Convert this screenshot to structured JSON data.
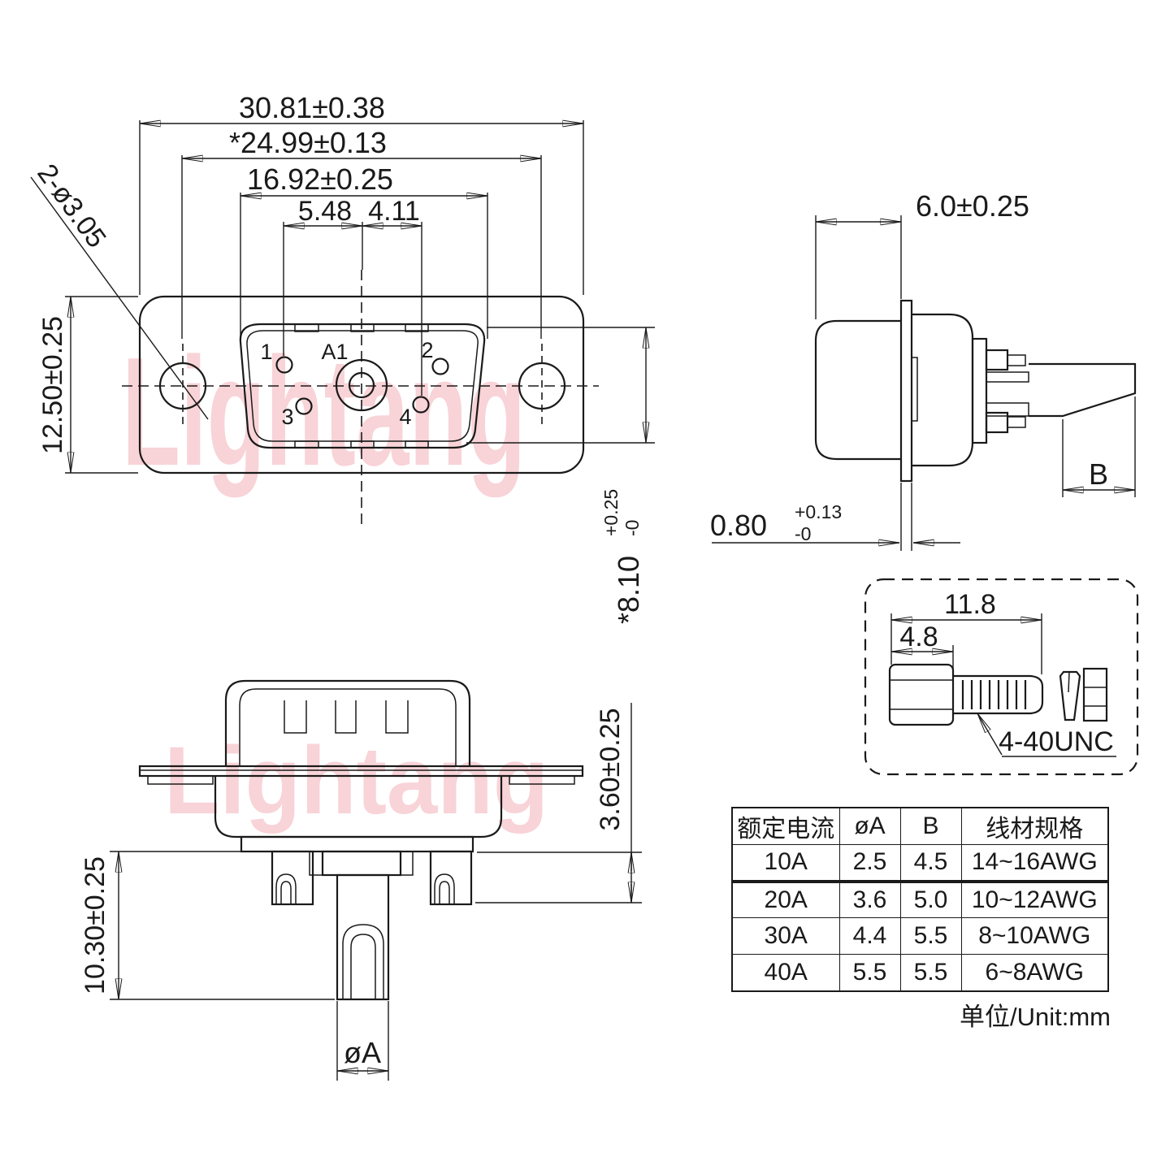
{
  "watermark": {
    "text": "Lightang"
  },
  "front_view": {
    "dim_flange_width": "30.81±0.38",
    "dim_hole_spacing": "*24.99±0.13",
    "dim_shell_width": "16.92±0.25",
    "dim_pin_pitch_left": "5.48",
    "dim_pin_pitch_right": "4.11",
    "dim_mounting_holes": "2-ø3.05",
    "dim_flange_height": "12.50±0.25",
    "dim_shell_height": "*8.10",
    "dim_shell_height_tol_plus": "+0.25",
    "dim_shell_height_tol_minus": "-0",
    "pin_labels": {
      "p1": "1",
      "p2": "2",
      "p3": "3",
      "p4": "4",
      "a1": "A1"
    }
  },
  "side_view": {
    "dim_shell_depth": "6.0±0.25",
    "dim_flange_thickness": "0.80",
    "dim_flange_tol_plus": "+0.13",
    "dim_flange_tol_minus": "-0",
    "dim_wire_strip": "B"
  },
  "bottom_view": {
    "dim_post_height": "3.60±0.25",
    "dim_pin_length": "10.30±0.25",
    "dim_pin_diameter": "øA"
  },
  "screw_detail": {
    "dim_total_length": "11.8",
    "dim_head_length": "4.8",
    "thread_label": "4-40UNC"
  },
  "table": {
    "headers": [
      "额定电流",
      "øA",
      "B",
      "线材规格"
    ],
    "rows": [
      {
        "current": "10A",
        "dia": "2.5",
        "b": "4.5",
        "wire": "14~16AWG"
      },
      {
        "current": "20A",
        "dia": "3.6",
        "b": "5.0",
        "wire": "10~12AWG"
      },
      {
        "current": "30A",
        "dia": "4.4",
        "b": "5.5",
        "wire": "8~10AWG"
      },
      {
        "current": "40A",
        "dia": "5.5",
        "b": "5.5",
        "wire": "6~8AWG"
      }
    ],
    "unit_note": "单位/Unit:mm"
  }
}
